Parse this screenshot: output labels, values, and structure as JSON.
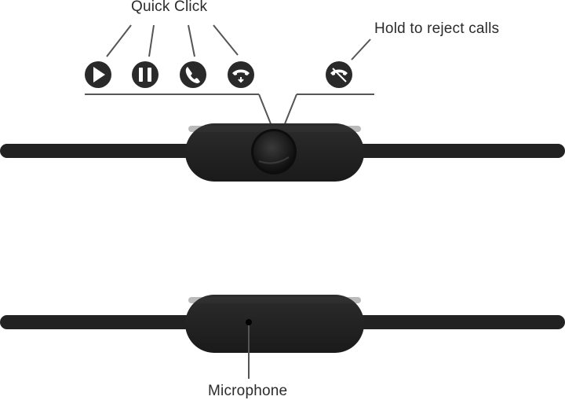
{
  "labels": {
    "quick_click": "Quick Click",
    "hold_to_reject": "Hold to reject calls",
    "microphone": "Microphone"
  },
  "icons": [
    {
      "name": "play-icon",
      "meaning": "play"
    },
    {
      "name": "pause-icon",
      "meaning": "pause"
    },
    {
      "name": "phone-answer-icon",
      "meaning": "answer call"
    },
    {
      "name": "hang-up-icon",
      "meaning": "hang up"
    },
    {
      "name": "reject-call-icon",
      "meaning": "reject call"
    }
  ],
  "colors": {
    "cable": "#222222",
    "remote_body": "#1f1f1f",
    "icon_fill": "#2a2a2a",
    "leader_line": "#555555",
    "text": "#2b2b2b"
  }
}
